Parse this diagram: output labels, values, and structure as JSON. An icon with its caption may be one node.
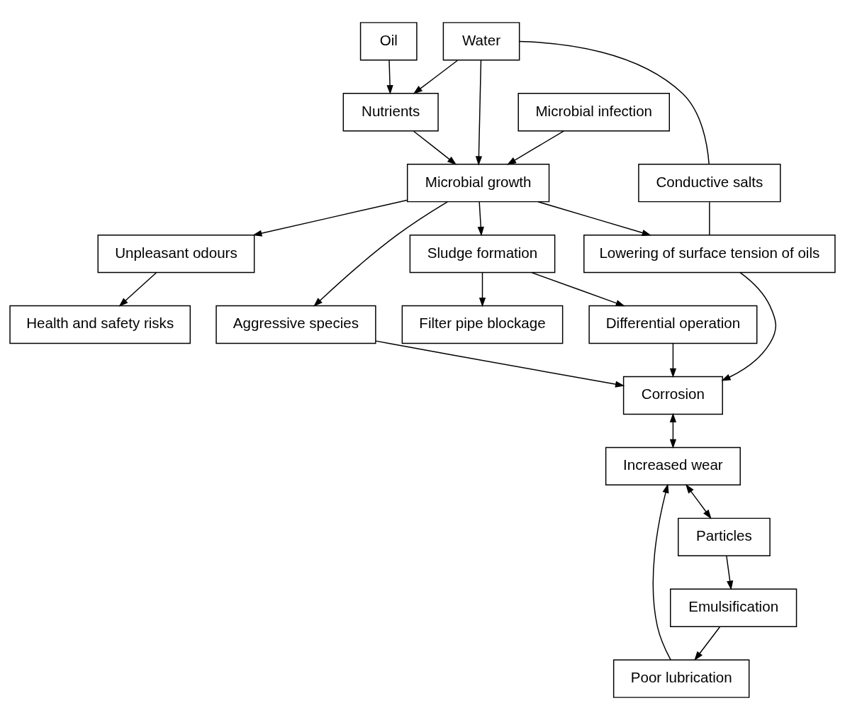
{
  "diagram": {
    "nodes": [
      {
        "text": [
          "Oil"
        ]
      },
      {
        "text": [
          "Filter pipe blockage"
        ]
      },
      {
        "text": [
          "Water"
        ]
      },
      {
        "text": [
          "Nutrients"
        ]
      },
      {
        "text": [
          "Microbial infection"
        ]
      },
      {
        "text": [
          "Conductive salts"
        ]
      },
      {
        "text": [
          "Lowering of surface tension of oils"
        ]
      },
      {
        "text": [
          "Microbial growth"
        ]
      },
      {
        "text": [
          "Unpleasant odours"
        ]
      },
      {
        "text": [
          "Health and safety risks"
        ]
      },
      {
        "text": [
          "Emulsification"
        ]
      },
      {
        "text": [
          "Aggressive species"
        ]
      },
      {
        "text": [
          "Sludge formation"
        ]
      },
      {
        "text": [
          "Corrosion"
        ]
      },
      {
        "text": [
          "Differential operation"
        ]
      },
      {
        "text": [
          "Poor lubrication"
        ]
      },
      {
        "text": [
          "Increased wear"
        ]
      },
      {
        "text": [
          "Particles"
        ]
      }
    ],
    "edges": [
      {
        "from": 0,
        "to": 3,
        "arrow": "to"
      },
      {
        "from": 2,
        "to": 3,
        "arrow": "to"
      },
      {
        "from": 2,
        "to": 7,
        "arrow": "to"
      },
      {
        "from": 3,
        "to": 7,
        "arrow": "to"
      },
      {
        "from": 4,
        "to": 7,
        "arrow": "to"
      },
      {
        "from": 2,
        "to": 5,
        "arrow": "none"
      },
      {
        "from": 5,
        "to": 6,
        "arrow": "none"
      },
      {
        "from": 7,
        "to": 6,
        "arrow": "to"
      },
      {
        "from": 7,
        "to": 8,
        "arrow": "to"
      },
      {
        "from": 8,
        "to": 9,
        "arrow": "to"
      },
      {
        "from": 7,
        "to": 12,
        "arrow": "to"
      },
      {
        "from": 7,
        "to": 11,
        "arrow": "to"
      },
      {
        "from": 12,
        "to": 1,
        "arrow": "to"
      },
      {
        "from": 12,
        "to": 14,
        "arrow": "to"
      },
      {
        "from": 6,
        "to": 13,
        "arrow": "to"
      },
      {
        "from": 11,
        "to": 13,
        "arrow": "to"
      },
      {
        "from": 14,
        "to": 13,
        "arrow": "to"
      },
      {
        "from": 13,
        "to": 16,
        "arrow": "both"
      },
      {
        "from": 10,
        "to": 15,
        "arrow": "to"
      },
      {
        "from": 15,
        "to": 16,
        "arrow": "to"
      },
      {
        "from": 16,
        "to": 17,
        "arrow": "both"
      },
      {
        "from": 17,
        "to": 10,
        "arrow": "to"
      }
    ]
  }
}
